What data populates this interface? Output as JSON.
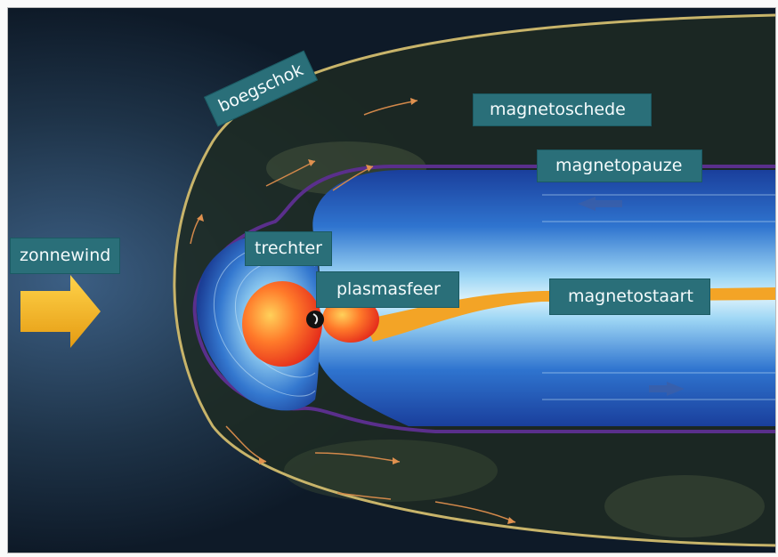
{
  "labels": {
    "boegschok": "boegschok",
    "magnetoschede": "magnetoschede",
    "magnetopauze": "magnetopauze",
    "zonnewind": "zonnewind",
    "trechter": "trechter",
    "plasmasfeer": "plasmasfeer",
    "magnetostaart": "magnetostaart"
  },
  "colors": {
    "space": "#0e1a28",
    "bow_shock": "#c8b46a",
    "magnetosphere_outer": "#1f4fb0",
    "magnetosphere_inner": "#7fc6ef",
    "plasmasphere": "#f03c1c",
    "solar_wind_arrow": "#f2b01e",
    "label_bg": "#2a6f79"
  },
  "icons": [
    "solar-wind-arrow-icon",
    "earth-icon"
  ]
}
